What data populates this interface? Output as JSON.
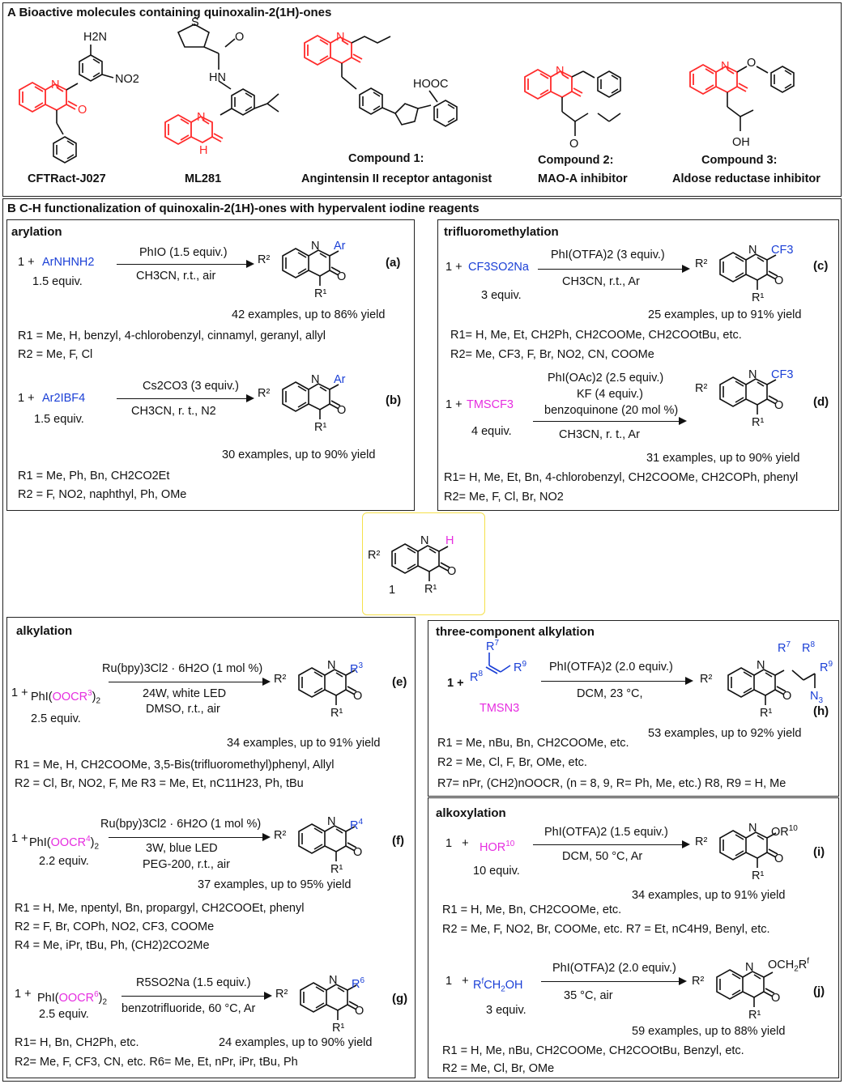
{
  "section_a": {
    "header": "A  Bioactive molecules containing quinoxalin-2(1H)-ones",
    "molecules": [
      {
        "name": "CFTRact-J027",
        "substituents": [
          "H2N",
          "NO2",
          "N",
          "O"
        ]
      },
      {
        "name": "ML281",
        "substituents": [
          "HN",
          "O",
          "S",
          "H",
          "N"
        ]
      },
      {
        "name": "Compound 1:",
        "subtitle": "Angintensin II receptor antagonist",
        "substituents": [
          "HOOC",
          "N"
        ]
      },
      {
        "name": "Compound 2:",
        "subtitle": "MAO-A inhibitor",
        "substituents": [
          "O",
          "N"
        ]
      },
      {
        "name": "Compound 3:",
        "subtitle": "Aldose reductase inhibitor",
        "substituents": [
          "O",
          "OH",
          "N"
        ]
      }
    ]
  },
  "section_b": {
    "header": "B  C-H functionalization of quinoxalin-2(1H)-ones with hypervalent iodine reagents",
    "center_label": "1",
    "panels": {
      "arylation": {
        "title": "arylation",
        "a": {
          "reagent": "ArNHNH2",
          "equiv": "1.5  equiv.",
          "cond_top": "PhIO (1.5 equiv.)",
          "cond_bottom": "CH3CN, r.t., air",
          "label": "(a)",
          "examples": "42 examples, up to 86% yield",
          "r1": "R1 = Me, H, benzyl, 4-chlorobenzyl, cinnamyl, geranyl, allyl",
          "r2": "R2 = Me, F, Cl",
          "sub": "Ar"
        },
        "b": {
          "reagent": "Ar2IBF4",
          "equiv": "1.5 equiv.",
          "cond_top": "Cs2CO3 (3 equiv.)",
          "cond_bottom": "CH3CN, r. t., N2",
          "label": "(b)",
          "examples": "30 examples, up to 90% yield",
          "r1": "R1 = Me, Ph, Bn, CH2CO2Et",
          "r2": "R2 = F, NO2, naphthyl, Ph, OMe",
          "sub": "Ar"
        }
      },
      "trifluoromethylation": {
        "title": "trifluoromethylation",
        "c": {
          "reagent": "CF3SO2Na",
          "equiv": "3 equiv.",
          "cond_top": "PhI(OTFA)2 (3 equiv.)",
          "cond_bottom": "CH3CN, r.t., Ar",
          "label": "(c)",
          "examples": "25 examples, up to 91% yield",
          "r1": "R1= H, Me, Et, CH2Ph, CH2COOMe, CH2COOtBu, etc.",
          "r2": "R2= Me, CF3, F, Br, NO2, CN, COOMe",
          "sub": "CF3"
        },
        "d": {
          "reagent": "TMSCF3",
          "equiv": "4 equiv.",
          "cond_1": "PhI(OAc)2 (2.5 equiv.)",
          "cond_2": "KF  (4 equiv.)",
          "cond_3": "benzoquinone (20 mol %)",
          "cond_bottom": "CH3CN, r. t.,  Ar",
          "label": "(d)",
          "examples": "31 examples, up to 90% yield",
          "r1": "R1= H, Me, Et, Bn, 4-chlorobenzyl, CH2COOMe, CH2COPh, phenyl",
          "r2": "R2= Me, F, Cl, Br, NO2",
          "sub": "CF3"
        }
      },
      "alkylation": {
        "title": "alkylation",
        "e": {
          "reagent": "PhI(OOCR3)2",
          "equiv": "2.5 equiv.",
          "cond_top": "Ru(bpy)3Cl2 · 6H2O (1 mol %)",
          "cond_2": "24W, white LED",
          "cond_3": "DMSO, r.t., air",
          "label": "(e)",
          "examples": "34 examples, up to 91% yield",
          "r1": "R1 = Me, H,  CH2COOMe, 3,5-Bis(trifluoromethyl)phenyl, Allyl",
          "r2": "R2 = Cl, Br, NO2, F, Me   R3 = Me, Et, nC11H23, Ph, tBu",
          "sub": "R3"
        },
        "f": {
          "reagent": "PhI(OOCR4)2",
          "equiv": "2.2 equiv.",
          "cond_top": "Ru(bpy)3Cl2 · 6H2O (1 mol %)",
          "cond_2": "3W, blue LED",
          "cond_3": "PEG-200, r.t., air",
          "label": "(f)",
          "examples": "37 examples, up to 95% yield",
          "r1": "R1 = H, Me, npentyl, Bn, propargyl, CH2COOEt, phenyl",
          "r2": "R2 = F, Br, COPh, NO2, CF3, COOMe",
          "r4": "R4 = Me, iPr, tBu, Ph, (CH2)2CO2Me",
          "sub": "R4"
        },
        "g": {
          "reagent": "PhI(OOCR6)2",
          "equiv": "2.5 equiv.",
          "cond_top": "R5SO2Na (1.5 equiv.)",
          "cond_bottom": "benzotrifluoride, 60 °C, Ar",
          "label": "(g)",
          "examples": "24 examples, up to 90% yield",
          "r1": "R1= H, Bn, CH2Ph, etc.",
          "r2": "R2= Me, F, CF3, CN, etc. R6= Me, Et, nPr, iPr, tBu, Ph",
          "sub": "R6"
        }
      },
      "three_component": {
        "title": "three-component alkylation",
        "h": {
          "reagent_top": "TMSN3",
          "cond_top": "PhI(OTFA)2 (2.0 equiv.)",
          "cond_bottom": "DCM, 23 °C,",
          "label": "(h)",
          "examples": "53 examples, up to 92% yield",
          "r1": "R1 = Me, nBu, Bn, CH2COOMe, etc.",
          "r2": "R2 = Me, Cl, F, Br, OMe, etc.",
          "r7": "R7= nPr, (CH2)nOOCR, (n = 8, 9, R= Ph, Me, etc.)  R8, R9 = H, Me"
        }
      },
      "alkoxylation": {
        "title": "alkoxylation",
        "i": {
          "reagent": "HOR10",
          "equiv": "10 equiv.",
          "cond_top": "PhI(OTFA)2 (1.5 equiv.)",
          "cond_bottom": "DCM, 50 °C, Ar",
          "label": "(i)",
          "examples": "34 examples, up to 91% yield",
          "r1": "R1 = H, Me, Bn, CH2COOMe, etc.",
          "r2": "R2 = Me, F, NO2, Br, COOMe, etc.  R7 = Et, nC4H9, Benyl, etc.",
          "sub": "OR10"
        },
        "j": {
          "reagent": "RfCH2OH",
          "equiv": "3 equiv.",
          "cond_top": "PhI(OTFA)2 (2.0 equiv.)",
          "cond_bottom": "35 °C,  air",
          "label": "(j)",
          "examples": "59 examples, up to 88% yield",
          "r1": "R1 = H, Me, nBu, CH2COOMe, CH2COOtBu, Benzyl, etc.",
          "r2": "R2 = Me, Cl, Br, OMe",
          "sub": "OCH2Rf"
        }
      }
    }
  },
  "colors": {
    "red": "#ff2a2a",
    "blue": "#1a3fd6",
    "magenta": "#e62ee0",
    "yellow": "#f5e04a",
    "line": "#222222"
  }
}
